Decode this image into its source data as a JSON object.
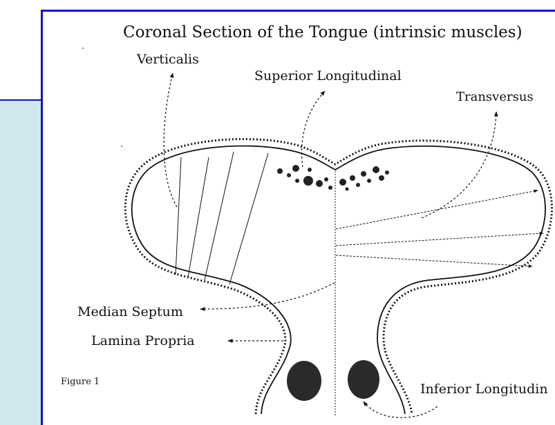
{
  "diagram": {
    "title": "Coronal Section of the Tongue (intrinsic muscles)",
    "labels": {
      "verticalis": "Verticalis",
      "superior_longitudinal": "Superior Longitudinal",
      "transversus": "Transversus",
      "median_septum": "Median Septum",
      "lamina_propria": "Lamina Propria",
      "inferior_longitudinal": "Inferior Longitudin",
      "figure_caption": "Figure 1"
    }
  },
  "colors": {
    "frame_border": "#1010d0",
    "side_panel": "#cfe9ec",
    "ink": "#111111"
  }
}
